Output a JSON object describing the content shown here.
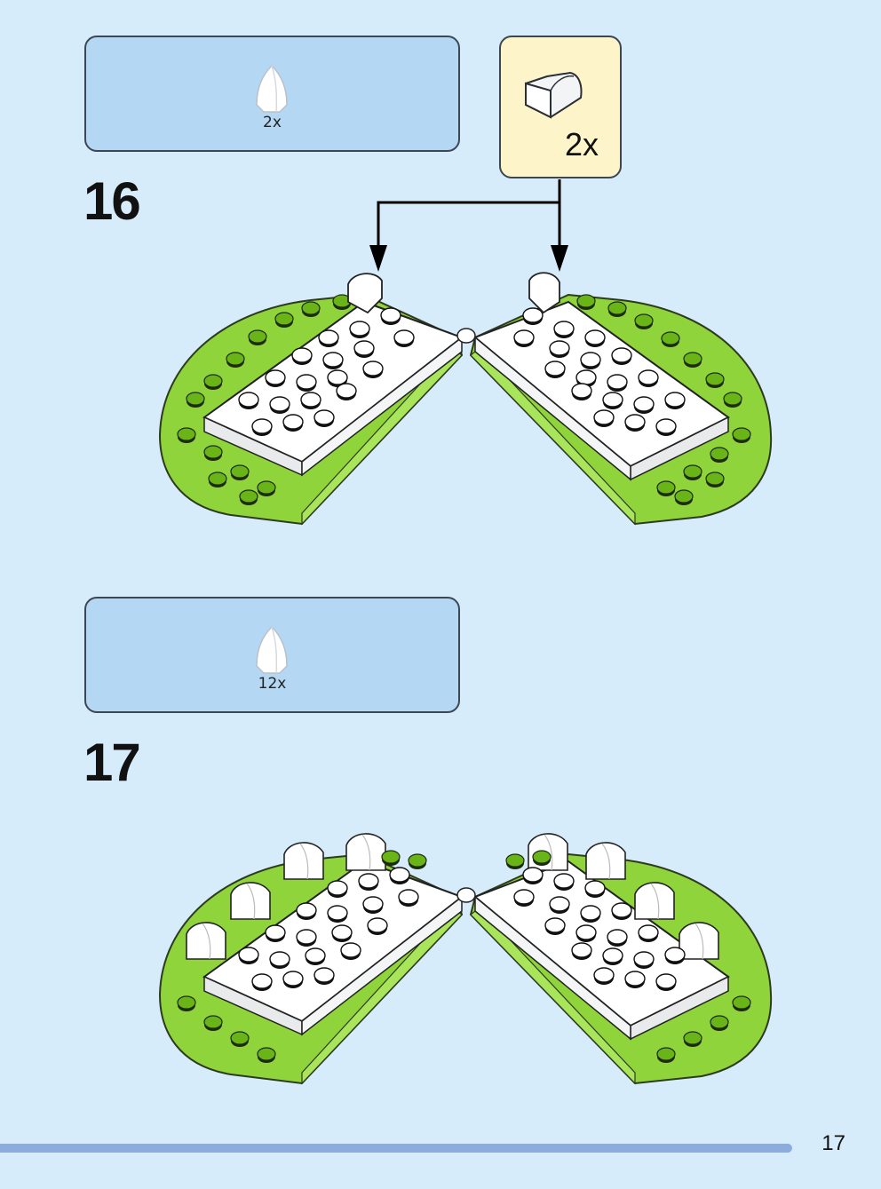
{
  "steps": [
    {
      "number": "16",
      "parts_qty": "2x",
      "callout_qty": "2x"
    },
    {
      "number": "17",
      "parts_qty": "12x"
    }
  ],
  "page_number": "17",
  "colors": {
    "background": "#d6ecfb",
    "parts_box": "#b4d8f3",
    "callout": "#fdf4c9",
    "lime": "#8fd43a",
    "white_plate": "#ffffff",
    "footer_bar": "#8cacdc"
  }
}
